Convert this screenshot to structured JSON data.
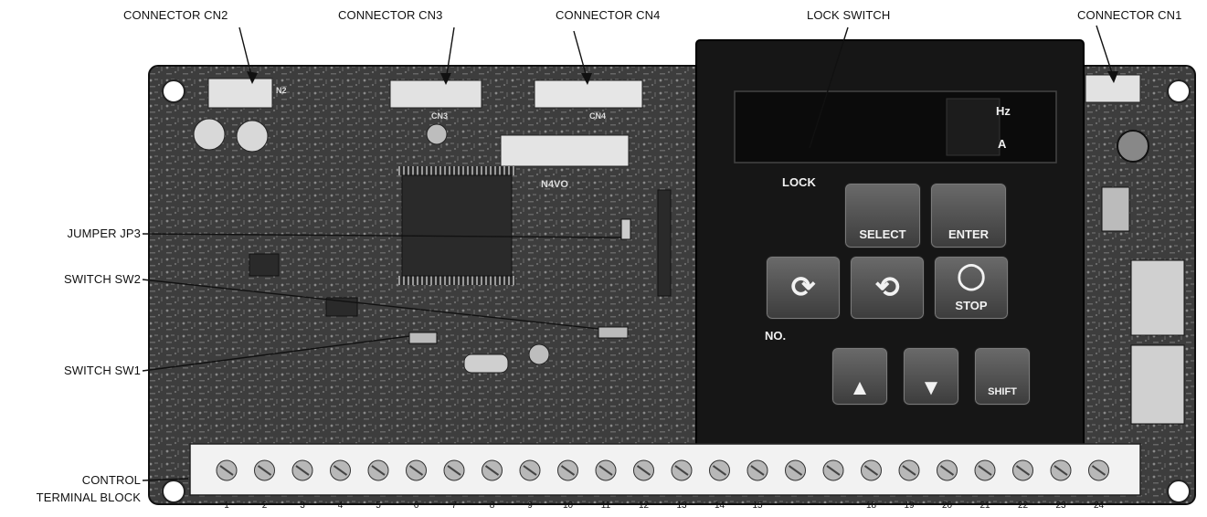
{
  "callouts": {
    "cn2": "CONNECTOR CN2",
    "cn3": "CONNECTOR CN3",
    "cn4": "CONNECTOR CN4",
    "lock_switch": "LOCK SWITCH",
    "cn1": "CONNECTOR CN1",
    "jp3": "JUMPER JP3",
    "sw2": "SWITCH SW2",
    "sw1": "SWITCH SW1",
    "terminal_block_line1": "CONTROL",
    "terminal_block_line2": "TERMINAL BLOCK"
  },
  "panel": {
    "lock_label": "LOCK",
    "no_label": "NO.",
    "units": [
      "Hz",
      "A"
    ],
    "keys": {
      "select": "SELECT",
      "enter": "ENTER",
      "stop": "STOP",
      "shift": "SHIFT"
    }
  },
  "board_silkscreen": {
    "chip_label": "N4VO",
    "connector_labels": [
      "N2",
      "CN3",
      "CN4"
    ]
  },
  "terminal_numbers": [
    "1",
    "2",
    "3",
    "4",
    "5",
    "6",
    "7",
    "8",
    "9",
    "10",
    "11",
    "12",
    "13",
    "14",
    "15",
    "18",
    "19",
    "20",
    "21",
    "22",
    "23",
    "24"
  ],
  "colors": {
    "board": "#3a3a3a",
    "panel": "#161616",
    "keys": "#4e4e4e",
    "labels": "#111111"
  }
}
